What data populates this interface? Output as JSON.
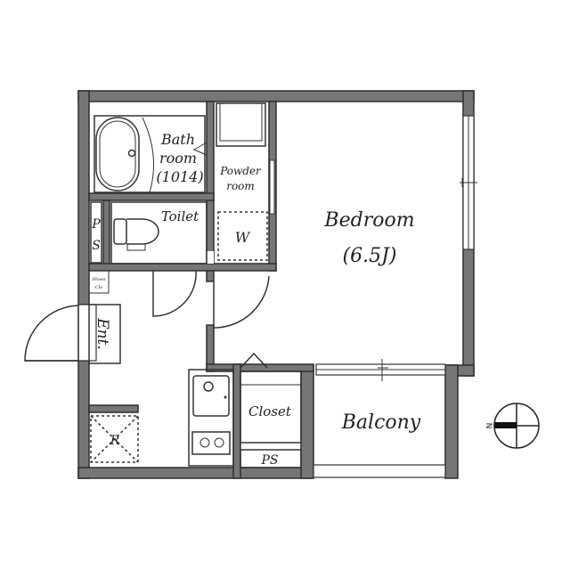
{
  "rooms": {
    "bath": {
      "line1": "Bath",
      "line2": "room",
      "line3": "(1014)"
    },
    "powder": {
      "line1": "Powder",
      "line2": "room"
    },
    "toilet": "Toilet",
    "ps_upper": {
      "line1": "P",
      "line2": "S"
    },
    "washer": "W",
    "shoes": {
      "line1": "Shoes",
      "line2": "Clo"
    },
    "entrance": "Ent.",
    "refrigerator": "R",
    "closet": "Closet",
    "ps_lower": "PS",
    "bedroom": {
      "line1": "Bedroom",
      "line2": "(6.5J)"
    },
    "balcony": "Balcony"
  },
  "compass": {
    "north_label": "N"
  },
  "colors": {
    "wall": "#767676",
    "line": "#333333"
  }
}
